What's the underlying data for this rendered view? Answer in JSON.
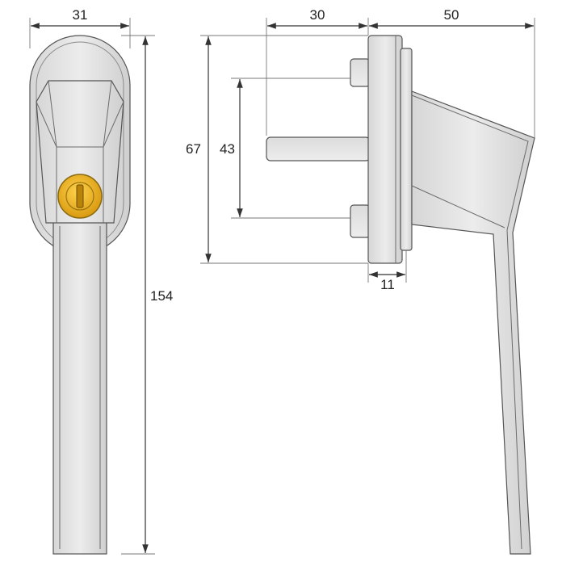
{
  "dimensions": {
    "front_width": "31",
    "total_length": "154",
    "spindle_length": "30",
    "lever_reach": "50",
    "rose_height": "67",
    "screw_spacing": "43",
    "rose_depth": "11"
  },
  "colors": {
    "metal_light": "#e4e4e4",
    "metal_dark": "#c8c8c8",
    "outline": "#555555",
    "lock_cylinder": "#f2b21b",
    "background": "#ffffff"
  },
  "icons": {
    "lock": "key-cylinder-icon"
  }
}
